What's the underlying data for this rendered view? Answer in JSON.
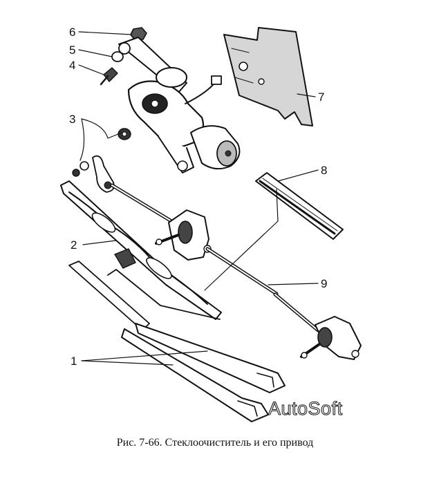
{
  "figure": {
    "caption": "Рис. 7-66. Стеклоочиститель и его привод",
    "watermark": "AutoSoft",
    "callouts": [
      "1",
      "2",
      "3",
      "4",
      "5",
      "6",
      "7",
      "8",
      "9"
    ]
  }
}
